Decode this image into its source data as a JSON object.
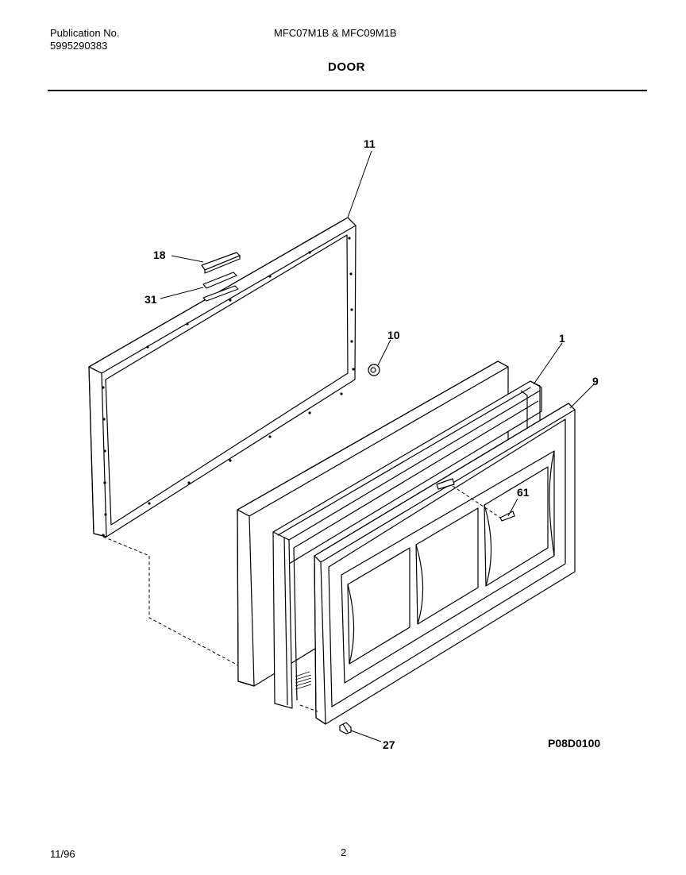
{
  "header": {
    "publication_label": "Publication No.",
    "publication_number": "5995290383",
    "models": "MFC07M1B & MFC09M1B",
    "title": "DOOR"
  },
  "callouts": {
    "p11": "11",
    "p18": "18",
    "p31": "31",
    "p10": "10",
    "p1": "1",
    "p9": "9",
    "p61": "61",
    "p27": "27"
  },
  "figure_code": "P08D0100",
  "footer": {
    "date": "11/96",
    "page": "2"
  }
}
